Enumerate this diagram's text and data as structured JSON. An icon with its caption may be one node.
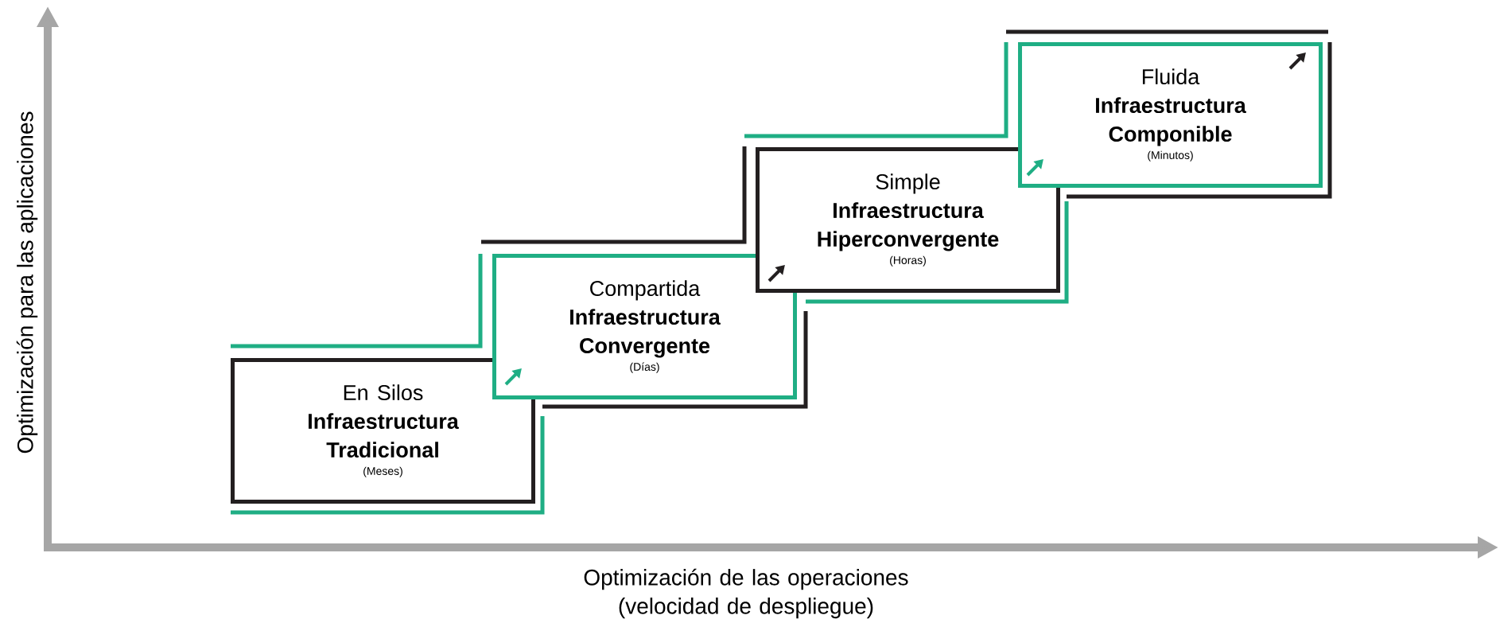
{
  "diagram": {
    "nodes": [
      {
        "text": [
          "En Silos",
          "Infraestructura Tradicional",
          "(Meses)"
        ]
      },
      {
        "text": [
          "Compartida",
          "Infraestructura Convergente",
          "(Días)"
        ]
      },
      {
        "text": [
          "Simple",
          "Infraestructura Hiperconvergente",
          "(Horas)"
        ]
      },
      {
        "text": [
          "Fluida",
          "Infraestructura Componible",
          "(Minutos)"
        ]
      }
    ],
    "labels": [
      "Optimización para las aplicaciones",
      "Optimización de las operaciones (velocidad de despliegue)"
    ]
  }
}
